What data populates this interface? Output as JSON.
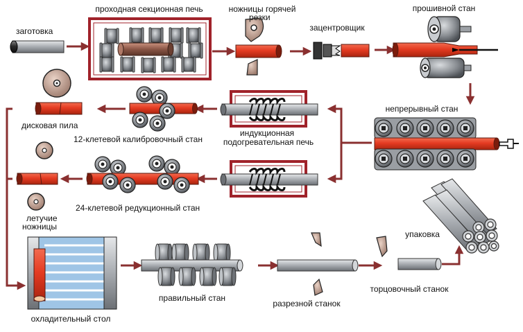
{
  "labels": {
    "billet": "заготовка",
    "sectional_furnace": "проходная секционная печь",
    "hot_shears_l1": "ножницы горячей",
    "hot_shears_l2": "резки",
    "centering": "зацентровщик",
    "piercing": "прошивной стан",
    "continuous": "непрерывный стан",
    "induction_l1": "индукционная",
    "induction_l2": "подогревательная печь",
    "sizing": "12-клетевой калибровочный стан",
    "disc_saw": "дисковая пила",
    "reducing": "24-клетевой редукционный стан",
    "flying_l1": "летучие",
    "flying_l2": "ножницы",
    "cooling": "охладительный стол",
    "straightening": "правильный стан",
    "cutting": "разрезной станок",
    "facing": "торцовочный станок",
    "packing": "упаковка"
  },
  "colors": {
    "hot_pipe": "#e8402a",
    "cold_pipe": "#a9adb3",
    "arrow": "#8a3030",
    "furnace_frame": "#a0222a",
    "roll": "#6f747a",
    "cooling_bed": "#9fc5e6"
  }
}
